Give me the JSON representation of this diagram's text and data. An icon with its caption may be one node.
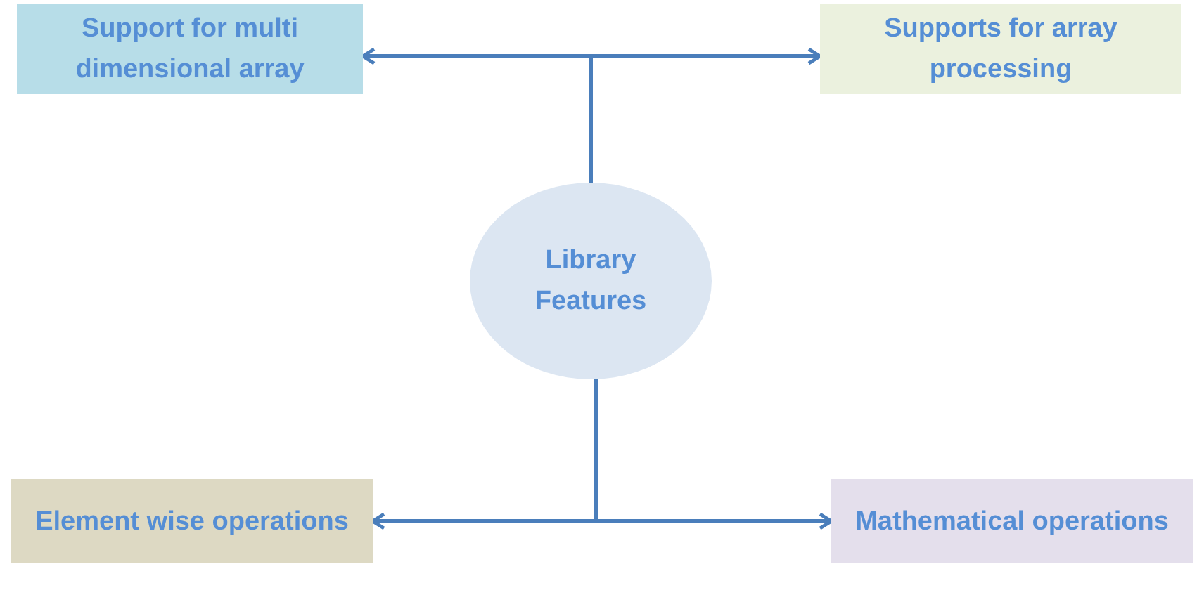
{
  "diagram": {
    "nodes": [
      {
        "text": [
          "Support for multi dimensional array"
        ]
      },
      {
        "text": [
          "Supports for array processing"
        ]
      },
      {
        "text": [
          "Library Features"
        ]
      },
      {
        "text": [
          "Element wise operations"
        ]
      },
      {
        "text": [
          "Mathematical operations"
        ]
      }
    ],
    "edges": [
      {
        "from": 2,
        "to": 0,
        "arrow": "to"
      },
      {
        "from": 2,
        "to": 1,
        "arrow": "to"
      },
      {
        "from": 2,
        "to": 3,
        "arrow": "to"
      },
      {
        "from": 2,
        "to": 4,
        "arrow": "to"
      }
    ]
  }
}
